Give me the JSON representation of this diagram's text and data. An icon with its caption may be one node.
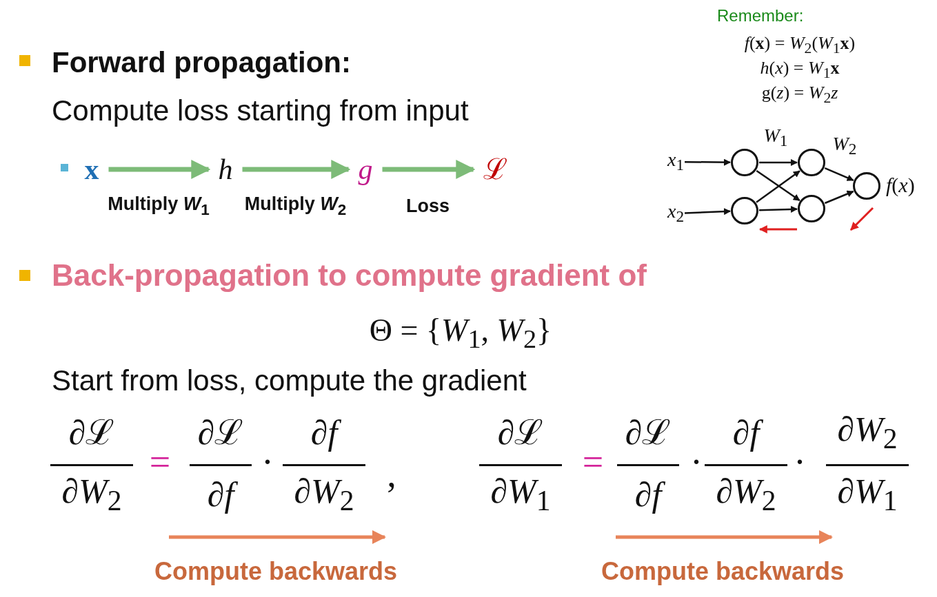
{
  "diagram": {
    "nodes": [
      {
        "text": [
          "**x**"
        ]
      },
      {
        "text": [
          "*h*"
        ]
      },
      {
        "text": [
          "*g*"
        ]
      },
      {
        "text": [
          "ℒ"
        ]
      },
      {
        "text": [
          "*x*$_{1}$"
        ]
      },
      {
        "text": [
          "*x*$_{2}$"
        ]
      },
      {
        "text": [],
        "shape": "circle"
      },
      {
        "text": [],
        "shape": "circle"
      },
      {
        "text": [],
        "shape": "circle"
      },
      {
        "text": [],
        "shape": "circle"
      },
      {
        "text": [],
        "shape": "circle",
        "beside": [
          "*f*(*x*)"
        ]
      }
    ],
    "edges": [
      {
        "from": 0,
        "to": 1,
        "arrow": "to",
        "label": "Multiply *W*$_{1}$",
        "style": "thick",
        "color": "#7dbb78"
      },
      {
        "from": 1,
        "to": 2,
        "arrow": "to",
        "label": "Multiply *W*$_{2}$",
        "style": "thick",
        "color": "#7dbb78"
      },
      {
        "from": 2,
        "to": 3,
        "arrow": "to",
        "label": "Loss",
        "style": "thick",
        "color": "#7dbb78"
      },
      {
        "from": 4,
        "to": 6,
        "arrow": "to"
      },
      {
        "from": 5,
        "to": 7,
        "arrow": "to"
      },
      {
        "from": 6,
        "to": 8,
        "arrow": "to"
      },
      {
        "from": 6,
        "to": 9,
        "arrow": "to"
      },
      {
        "from": 7,
        "to": 8,
        "arrow": "to"
      },
      {
        "from": 7,
        "to": 9,
        "arrow": "to"
      },
      {
        "from": 8,
        "to": 10,
        "arrow": "to"
      },
      {
        "from": 9,
        "to": 10,
        "arrow": "to"
      }
    ],
    "labels": [
      "Forward propagation:",
      "Compute loss starting from input",
      "Remember:",
      "*f*(**x**) = *W*$_{2}$(*W*$_{1}$**x**)",
      "*h*(*x*) = *W*$_{1}$**x**",
      "g(*z*) = *W*$_{2}$*z*",
      "*W*$_{1}$",
      "*W*$_{2}$",
      "Back-propagation to compute gradient of",
      "Θ = {*W*$_{1}$, *W*$_{2}$}",
      "Start from loss, compute the gradient",
      "∂ℒ",
      "∂*W*$_{2}$",
      "=",
      "∂ℒ",
      "∂*f*",
      "·",
      "∂*f*",
      "∂*W*$_{2}$",
      ",",
      "∂ℒ",
      "∂*W*$_{1}$",
      "=",
      "∂ℒ",
      "∂*f*",
      "·",
      "∂*f*",
      "∂*W*$_{2}$",
      "·",
      "∂*W*$_{2}$",
      "∂*W*$_{1}$",
      "Compute backwards",
      "Compute backwards"
    ]
  }
}
